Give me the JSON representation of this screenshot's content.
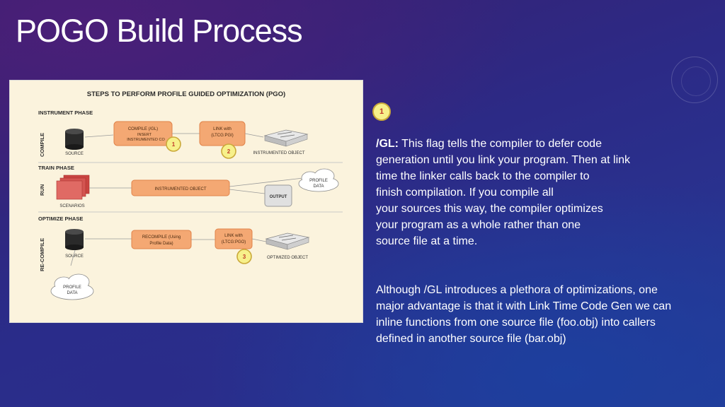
{
  "slide": {
    "title": "POGO Build Process",
    "badge": "1",
    "paragraph1_lead": "/GL:",
    "paragraph1_body": " This flag tells the compiler to defer code\ngeneration until you link your program. Then at link\n time the linker calls back to the compiler to\n finish compilation. If you compile all\nyour sources this way, the compiler optimizes\n your program as a whole rather than one\nsource file at a time.",
    "paragraph2": "Although /GL introduces a plethora of optimizations, one\nmajor advantage is that it with Link Time Code Gen we can\ninline functions from one source file (foo.obj) into callers\ndefined in another source file (bar.obj)"
  },
  "diagram": {
    "title": "STEPS TO PERFORM PROFILE GUIDED OPTIMIZATION (PGO)",
    "phases": {
      "instrument": "INSTRUMENT PHASE",
      "train": "TRAIN PHASE",
      "optimize": "OPTIMIZE PHASE"
    },
    "side_labels": {
      "compile": "COMPILE",
      "run": "RUN",
      "recompile": "RE-COMPILE"
    },
    "labels": {
      "source1": "SOURCE",
      "compile_line1": "COMPILE (/GL)",
      "compile_line2": "INSERT",
      "compile_line3": "INSTRUMENTED CO",
      "link1_line1": "LINK with",
      "link1_line2": "(LTCG:PGI)",
      "instrumented_object": "INSTRUMENTED OBJECT",
      "scenarios": "SCENARIOS",
      "instrumented_box": "INSTRUMENTED OBJECT",
      "output": "OUTPUT",
      "profile_line1": "PROFILE",
      "profile_line2": "DATA",
      "source2": "SOURCE",
      "recompile_line1": "RECOMPILE (Using",
      "recompile_line2": "Profile Data)",
      "link2_line1": "LINK with",
      "link2_line2": "(LTCG:PGO)",
      "optimized_object": "OPTIMIZED OBJECT",
      "profile2_line1": "PROFILE",
      "profile2_line2": "DATA"
    },
    "badges": [
      "1",
      "2",
      "3"
    ],
    "colors": {
      "panel": "#fbf3dd",
      "orange_box": "#f4a873",
      "orange_border": "#e0834a",
      "badge_fill": "#f7f08a",
      "badge_border": "#caa93a",
      "badge_text": "#c0392b",
      "scenario_red": "#d9534f"
    }
  }
}
